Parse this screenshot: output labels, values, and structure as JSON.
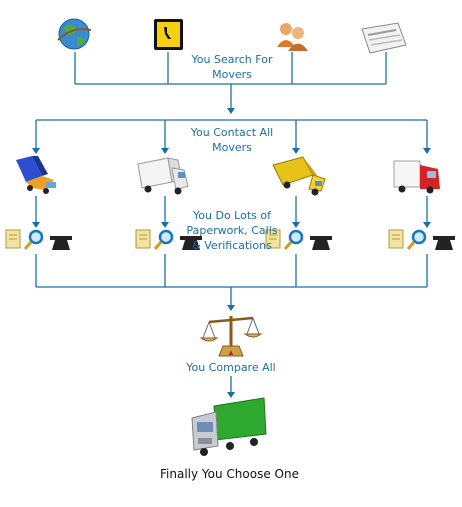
{
  "steps": {
    "search": "You Search For Movers",
    "contact": "You Contact All Movers",
    "paperwork": "You Do Lots of Paperwork, Calls & Verifications",
    "compare": "You Compare All",
    "final": "Finally You Choose One"
  },
  "sources": [
    "globe-icon",
    "yellow-pages-icon",
    "people-icon",
    "newspaper-icon"
  ],
  "trucks": [
    "blue-truck-icon",
    "white-truck-icon",
    "yellow-truck-icon",
    "red-truck-icon"
  ],
  "tools": [
    "notes-icon",
    "magnifier-icon",
    "phone-icon"
  ],
  "colors": {
    "connector": "#1c6fa3",
    "text": "#1c6fa3",
    "final_text": "#111111",
    "truck_green": "#2ea82e"
  }
}
